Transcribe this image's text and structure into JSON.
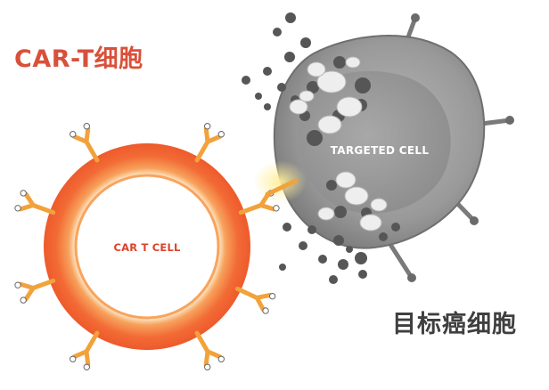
{
  "labels": {
    "car_t_title": "CAR-T细胞",
    "target_title": "目标癌细胞",
    "car_t_cell_text": "CAR T CELL",
    "targeted_cell_text": "TARGETED CELL"
  },
  "colors": {
    "car_title": "#d9503a",
    "target_title": "#3f3f3f",
    "car_ring_outer": "#f0592b",
    "car_ring_inner": "#f9a05a",
    "car_text": "#d9442a",
    "receptor": "#f2a23b",
    "cell_gray": "#8a8a8a",
    "cell_dark": "#6e6e6e",
    "debris": "#585858"
  }
}
